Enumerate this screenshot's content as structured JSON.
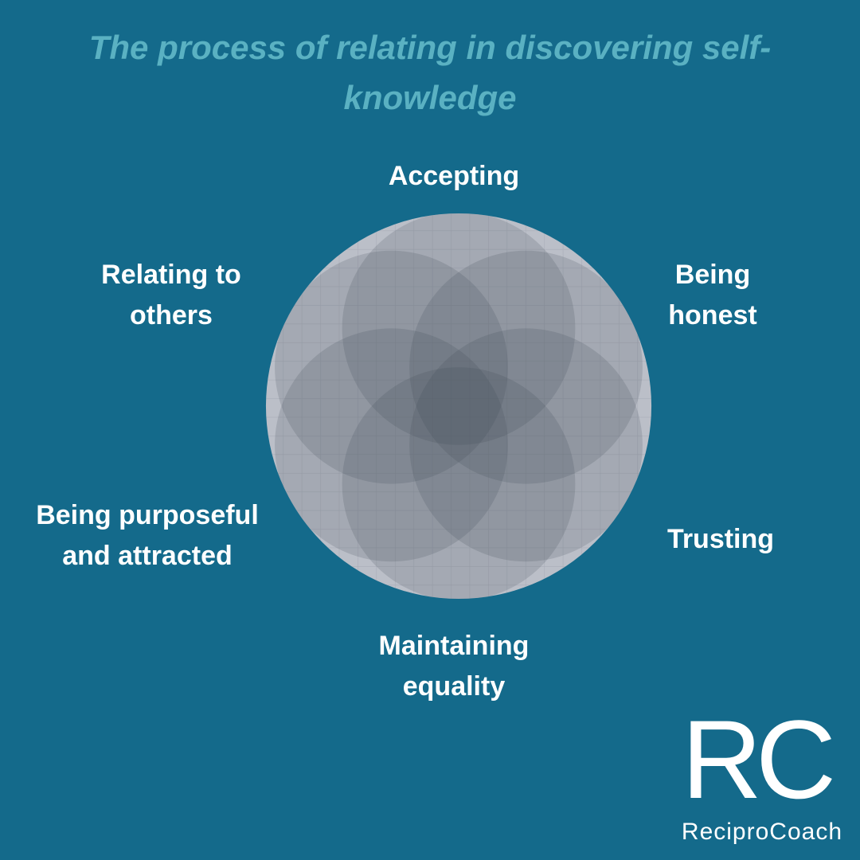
{
  "title": {
    "full": "The process of relating in discovering self-knowledge",
    "lines": [
      "The process of relating in discovering self-",
      "knowledge"
    ]
  },
  "labels": {
    "top": "Accepting",
    "upper_right": "Being honest",
    "lower_right": "Trusting",
    "bottom": "Maintaining equality",
    "lower_left": "Being purposeful and attracted",
    "upper_left": "Relating to others"
  },
  "logo": {
    "letter_r": "R",
    "letter_c": "C",
    "name": "ReciproCoach"
  },
  "colors": {
    "background": "#146a8b",
    "title_text": "#5ab1c2",
    "label_text": "#ffffff",
    "flower_base": "#bbbfc8",
    "flower_petal": "#3f4655"
  }
}
